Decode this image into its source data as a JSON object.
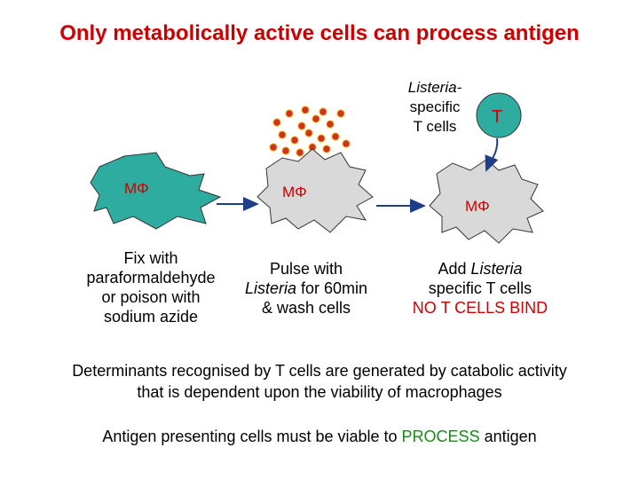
{
  "title": "Only metabolically active cells can process antigen",
  "colors": {
    "title": "#cc0000",
    "cell_fixed": "#2eaca0",
    "cell_live": "#d9d9d9",
    "t_cell": "#2eaca0",
    "bacteria": "#cc3322",
    "process": "#1a8a1a"
  },
  "cells": {
    "mphi_label": "MΦ",
    "t_label": "T"
  },
  "listeria_label": {
    "line1": "Listeria-",
    "line2": "specific",
    "line3": "T cells"
  },
  "captions": {
    "step1": {
      "line1": "Fix with",
      "line2": "paraformaldehyde",
      "line3": "or poison with",
      "line4": "sodium azide"
    },
    "step2": {
      "line1": "Pulse with",
      "line2a": "Listeria",
      "line2b": " for 60min",
      "line3": "& wash cells"
    },
    "step3": {
      "line1a": "Add ",
      "line1b": "Listeria",
      "line2": "specific T cells",
      "line3": "NO T CELLS BIND"
    }
  },
  "conclusion": {
    "line1": "Determinants recognised by T cells are generated by catabolic activity",
    "line2": "that is dependent upon the viability of macrophages"
  },
  "final": {
    "part1": "Antigen presenting cells must be viable to ",
    "part2": "PROCESS",
    "part3": " antigen"
  }
}
